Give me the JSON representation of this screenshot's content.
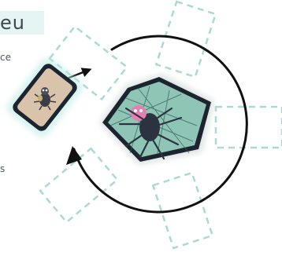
{
  "header": {
    "title": "eu"
  },
  "text_fragments": {
    "top": "ce",
    "bottom": "s"
  },
  "board": {
    "center_tile": "spider-pentagon-tile",
    "side_card": "beetle-card",
    "rotation_arrow": "circular-arrow",
    "placement_arrow": "card-to-slot-arrow",
    "slot_style": "dashed-outline",
    "colors": {
      "slot_stroke": "#a9dbd2",
      "arrow": "#111111",
      "tile_fill": "#8fc5b5",
      "card_fill": "#d9c3ab",
      "card_border": "#1c2430",
      "accent_pink": "#e57fb3",
      "title_band": "#e4f5f3"
    }
  }
}
